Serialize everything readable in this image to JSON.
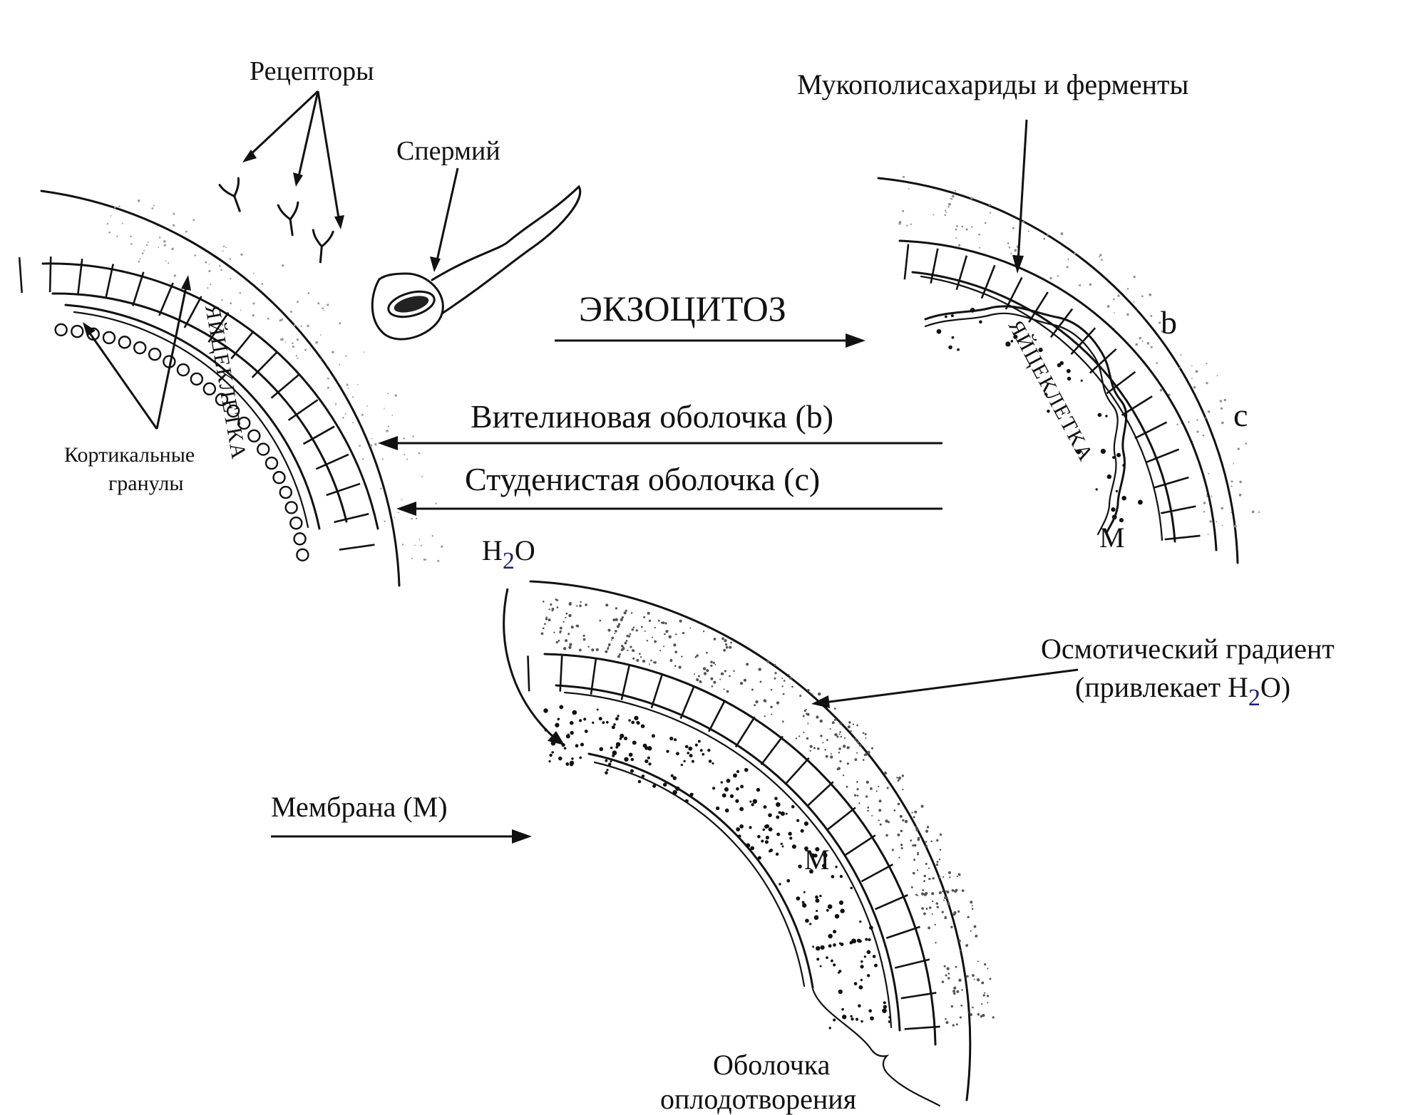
{
  "labels": {
    "receptors": "Рецепторы",
    "sperm": "Спермий",
    "egg": "ЯЙЦЕКЛЕТКА",
    "cortical_line1": "Кортикальные",
    "cortical_line2": "гранулы",
    "exocytosis": "ЭКЗОЦИТОЗ",
    "vitelline": "Вителиновая оболочка (b)",
    "jelly": "Студенистая оболочка (c)",
    "mucopoly": "Мукополисахариды и ферменты",
    "b": "b",
    "c": "c",
    "m_top": "М",
    "m_bottom": "М",
    "h2o_h": "H",
    "h2o_sub": "2",
    "h2o_o": "O",
    "osmotic_line1": "Осмотический градиент",
    "osmotic_line2_pre": "(привлекает H",
    "osmotic_line2_sub": "2",
    "osmotic_line2_post": "O)",
    "membrane": "Мембрана (М)",
    "fert_line1": "Оболочка",
    "fert_line2": "оплодотворения"
  }
}
